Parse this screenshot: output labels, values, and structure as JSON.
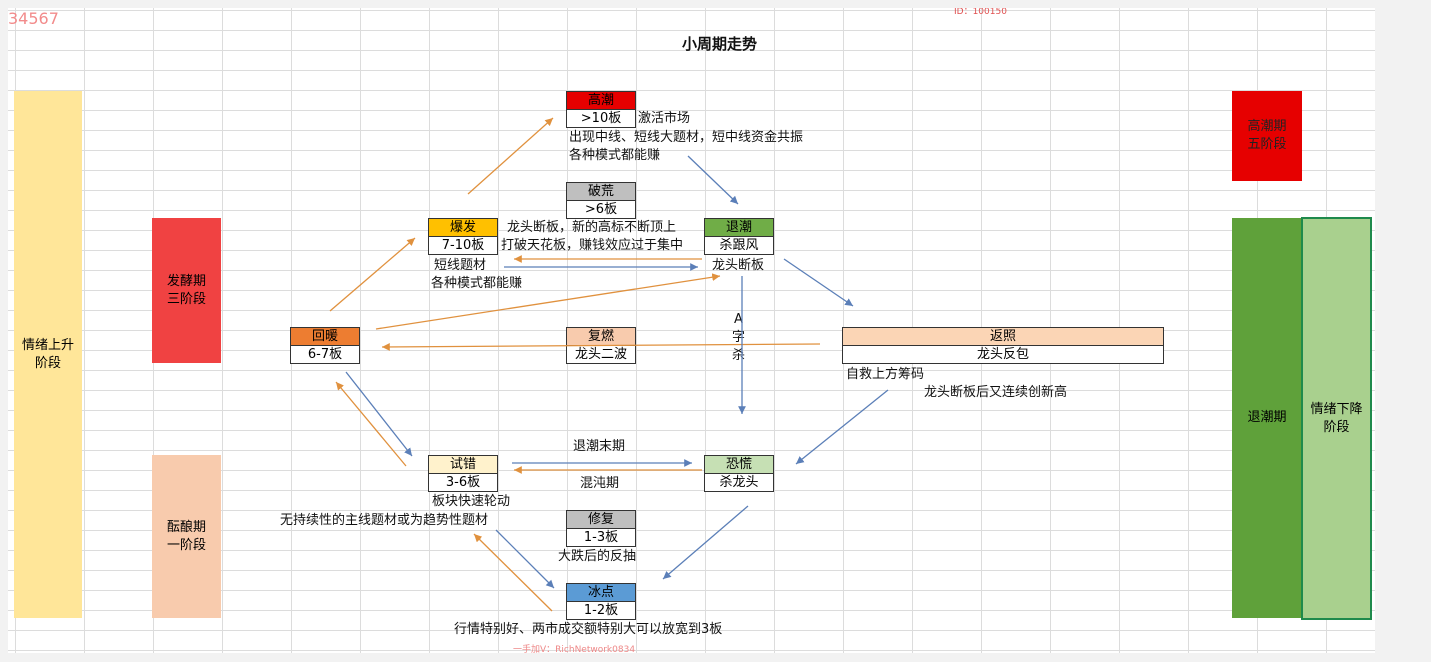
{
  "watermark_tl": "34567",
  "watermark_id": "ID：100150",
  "watermark_bottom": "一手加V：RichNetwork0834",
  "title": "小周期走势",
  "bands": {
    "rise": "情绪上升\n阶段",
    "ferment": "发酵期\n三阶段",
    "brew": "酝酿期\n一阶段",
    "climax": "高潮期\n五阶段",
    "retreat": "退潮期",
    "fall": "情绪下降\n阶段"
  },
  "nodes": {
    "climax": {
      "label": "高潮",
      "sub": ">10板"
    },
    "break": {
      "label": "破荒",
      "sub": ">6板"
    },
    "burst": {
      "label": "爆发",
      "sub": "7-10板"
    },
    "ebb": {
      "label": "退潮",
      "sub": "杀跟风"
    },
    "warm": {
      "label": "回暖",
      "sub": "6-7板"
    },
    "revive": {
      "label": "复燃",
      "sub": "龙头二波"
    },
    "reflect": {
      "label": "返照",
      "sub": "龙头反包"
    },
    "trial": {
      "label": "试错",
      "sub": "3-6板"
    },
    "panic": {
      "label": "恐慌",
      "sub": "杀龙头"
    },
    "repair": {
      "label": "修复",
      "sub": "1-3板"
    },
    "freeze": {
      "label": "冰点",
      "sub": "1-2板"
    }
  },
  "notes": {
    "climax_1": "激活市场",
    "climax_2": "出现中线、短线大题材，短中线资金共振",
    "climax_3": "各种模式都能赚",
    "burst_right_1": "龙头断板，新的高标不断顶上",
    "burst_right_2": "打破天花板，赚钱效应过于集中",
    "burst_1": "短线题材",
    "burst_2": "各种模式都能赚",
    "ebb_1": "龙头断板",
    "a_kill_1": "A",
    "a_kill_2": "字",
    "a_kill_3": "杀",
    "reflect_1": "自救上方筹码",
    "reflect_2": "龙头断板后又连续创新高",
    "retreat_end": "退潮末期",
    "chaos": "混沌期",
    "trial_1": "板块快速轮动",
    "trial_2": "无持续性的主线题材或为趋势性题材",
    "repair_1": "大跌后的反抽",
    "freeze_1": "行情特别好、两市成交额特别大可以放宽到3板"
  },
  "colors": {
    "red": "#e60000",
    "red_soft": "#f04242",
    "yellow": "#ffe699",
    "peach": "#f8cbad",
    "orange": "#ffc000",
    "orange_dark": "#ed7d31",
    "green": "#70ad47",
    "green_dark": "#5fa13a",
    "green_light": "#a9d08e",
    "gray": "#bfbfbf",
    "peach_light": "#fbd5b5",
    "green_pale": "#c6e0b4",
    "cream": "#fff2cc",
    "blue": "#5b9bd5",
    "arrow_orange": "#e0913e",
    "arrow_blue": "#5b7fb8"
  }
}
